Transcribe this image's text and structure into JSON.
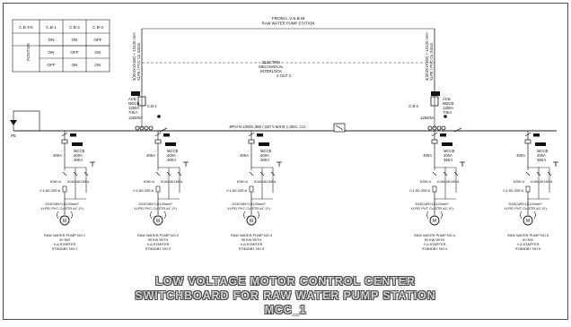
{
  "title": {
    "line1": "LOW VOLTAGE MOTOR CONTROL CENTER",
    "line2": "SWITCHBOARD FOR RAW WATER PUMP STATION",
    "line3": "MCC_1"
  },
  "incoming": {
    "line1": "FROM L.V.S.B.M",
    "line2": "RAW WATER PUMP STATION"
  },
  "interlock": {
    "line1": "ELECTRO",
    "line2": "MECHANICAL",
    "line3": "INTERLOCK",
    "line4": "2 OUT 3"
  },
  "busbar_label": "3PH+N 1000A,380 / 220 V 60HZ 1 SEC. CU.",
  "earth_label": "PE",
  "position_table": {
    "side_label": "POSITION",
    "header": [
      "C.B 4%",
      "C.B-1",
      "C.B-2",
      "C.B-3"
    ],
    "rows": [
      [
        "",
        "ON",
        "ON",
        "OFF"
      ],
      [
        "",
        "ON",
        "OFF",
        "ON"
      ],
      [
        "",
        "OFF",
        "ON",
        "ON"
      ]
    ]
  },
  "incomer_left": {
    "acb": "ACB",
    "type": "MDCB",
    "rating": "1250A",
    "breaking": "70KA",
    "extra": "1250/5A",
    "tag": "C.B-1",
    "cable": "3(3X4X1X180) + 1X120 mm²",
    "cable2": "XLPE / PVC Cu INSUL"
  },
  "incomer_right": {
    "acb": "ACB",
    "type": "MDCB",
    "rating": "1250A",
    "breaking": "70KA",
    "extra": "1250/5A",
    "tag": "C.B-2",
    "cable": "3(3X4X1X180) + 1X120 mm²",
    "cable2": "XLPE / PVC Cu INSUL"
  },
  "feeders": [
    {
      "mcb": "MCCB",
      "rating": "400A",
      "breaking": "36KA",
      "fuse": "400A",
      "k1": "K280 A",
      "k2": "K280 A",
      "k3": "K180 A",
      "range": "0.1.60-205 A",
      "cable": "3X3X185+1X120mm²",
      "insul": "XLPE/ PVC Cu STR AC (Y)",
      "motor": "M",
      "name": "RAW WATER PUMP NO.1",
      "kw": "90 KW",
      "starter": "Y-Δ STARTER",
      "duty": "STANDBY NO.1"
    },
    {
      "mcb": "MCCB",
      "rating": "400A",
      "breaking": "36KA",
      "fuse": "400A",
      "k1": "K280 A",
      "k2": "K280 A",
      "k3": "K180 A",
      "range": "0.1.60-205 A",
      "cable": "3X3X185+1X120mm²",
      "insul": "XLPE/ PVC Cu STR AC (Y)",
      "motor": "M",
      "name": "RAW WATER PUMP NO.2",
      "kw": "90 KW WITH",
      "starter": "Y-Δ STARTER",
      "duty": "STANDBY NO.2"
    },
    {
      "mcb": "MCCB",
      "rating": "400A",
      "breaking": "36KA",
      "fuse": "400A",
      "k1": "K280 A",
      "k2": "K280 A",
      "k3": "K180 A",
      "range": "0.1.60-205 A",
      "cable": "3X3X185+1X120mm²",
      "insul": "XLPE/ PVC Cu STR AC (Y)",
      "motor": "M",
      "name": "RAW WATER PUMP NO.3",
      "kw": "90 KW WITH",
      "starter": "Y-Δ STARTER",
      "duty": "STANDBY NO.3"
    },
    {
      "mcb": "MCCB",
      "rating": "400A",
      "breaking": "36KA",
      "fuse": "400A",
      "k1": "K280 A",
      "k2": "K280 A",
      "k3": "K180 A",
      "range": "0.1.60-205 A",
      "cable": "3X3X185+1X120mm²",
      "insul": "XLPE/ PVC Cu STR AC (Y)",
      "motor": "M",
      "name": "RAW WATER PUMP NO.4",
      "kw": "90 KW WITH",
      "starter": "Y-Δ STARTER",
      "duty": "STANDBY NO.4"
    },
    {
      "mcb": "MCCB",
      "rating": "400A",
      "breaking": "36KA",
      "fuse": "400A",
      "k1": "K280 A",
      "k2": "K280 A",
      "k3": "K180 A",
      "range": "0.1.60-205 A",
      "cable": "3X3X185+1X120mm²",
      "insul": "XLPE/ PVC Cu STR AC (Y)",
      "motor": "M",
      "name": "RAW WATER PUMP NO.5",
      "kw": "90 KW",
      "starter": "Y-Δ STARTER",
      "duty": "STANDBY NO.5"
    }
  ]
}
